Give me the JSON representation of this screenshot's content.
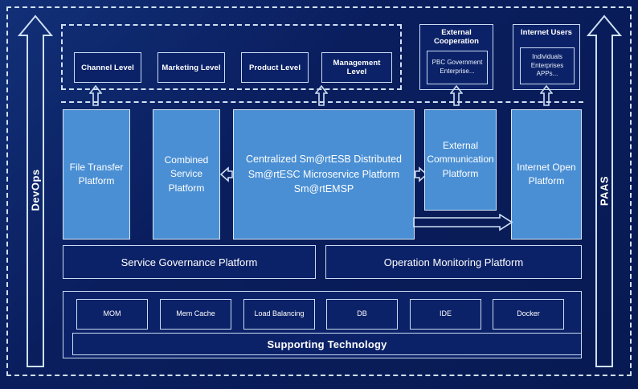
{
  "colors": {
    "background": "#0a1e5e",
    "panel_blue": "#4a8fd4",
    "dark_box": "#0c2268",
    "stroke": "#cfe0f5",
    "text": "#ffffff"
  },
  "side_arrows": {
    "left": {
      "label": "DevOps",
      "direction": "up"
    },
    "right": {
      "label": "PAAS",
      "direction": "up"
    }
  },
  "consumer_layer": {
    "levels": [
      {
        "label": "Channel Level"
      },
      {
        "label": "Marketing Level"
      },
      {
        "label": "Product Level"
      },
      {
        "label": "Management Level"
      }
    ],
    "actors": [
      {
        "title": "External Cooperation",
        "body": "PBC Government Enterprise..."
      },
      {
        "title": "Internet Users",
        "body": "Individuals Enterprises APPs..."
      }
    ]
  },
  "platform_layer": {
    "boxes": [
      {
        "label": "File Transfer Platform"
      },
      {
        "label": "Combined Service Platform"
      },
      {
        "label": "Centralized Sm@rtESB Distributed Sm@rtESC Microservice Platform Sm@rtEMSP"
      },
      {
        "label": "External Communication Platform"
      },
      {
        "label": "Internet Open Platform"
      }
    ]
  },
  "management_layer": {
    "boxes": [
      {
        "label": "Service Governance Platform"
      },
      {
        "label": "Operation Monitoring Platform"
      }
    ]
  },
  "technology_layer": {
    "items": [
      {
        "label": "MOM"
      },
      {
        "label": "Mem Cache"
      },
      {
        "label": "Load Balancing"
      },
      {
        "label": "DB"
      },
      {
        "label": "IDE"
      },
      {
        "label": "Docker"
      }
    ],
    "footer": {
      "label": "Supporting Technology"
    }
  }
}
